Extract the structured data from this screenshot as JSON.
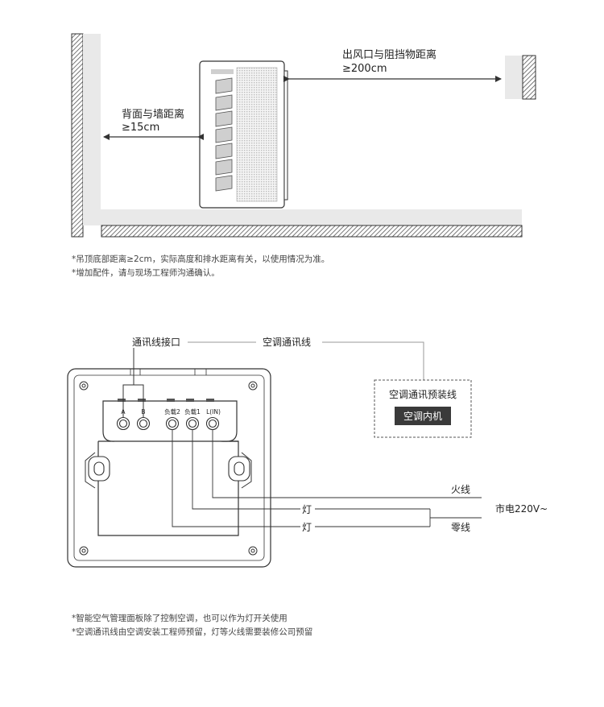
{
  "install": {
    "back_label": "背面与墙距离",
    "back_value": "≥15cm",
    "outlet_label": "出风口与阻挡物距离",
    "outlet_value": "≥200cm",
    "notes": [
      "*吊顶底部距离≥2cm，实际高度和排水距离有关，以使用情况为准。",
      "*增加配件，请与现场工程师沟通确认。"
    ]
  },
  "wiring": {
    "comm_port": "通讯线接口",
    "comm_line": "空调通讯线",
    "preinstall": "空调通讯预装线",
    "indoor_unit": "空调内机",
    "terminals": [
      "A",
      "B",
      "负载2",
      "负载1",
      "L(IN)"
    ],
    "live": "火线",
    "lamp1": "灯",
    "lamp2": "灯",
    "mains": "市电220V~",
    "neutral": "零线",
    "notes": [
      "*智能空气管理面板除了控制空调，也可以作为灯开关使用",
      "*空调通讯线由空调安装工程师预留，灯等火线需要装修公司预留"
    ]
  },
  "colors": {
    "line": "#333333",
    "grey": "#999999",
    "accent": "#555555"
  }
}
